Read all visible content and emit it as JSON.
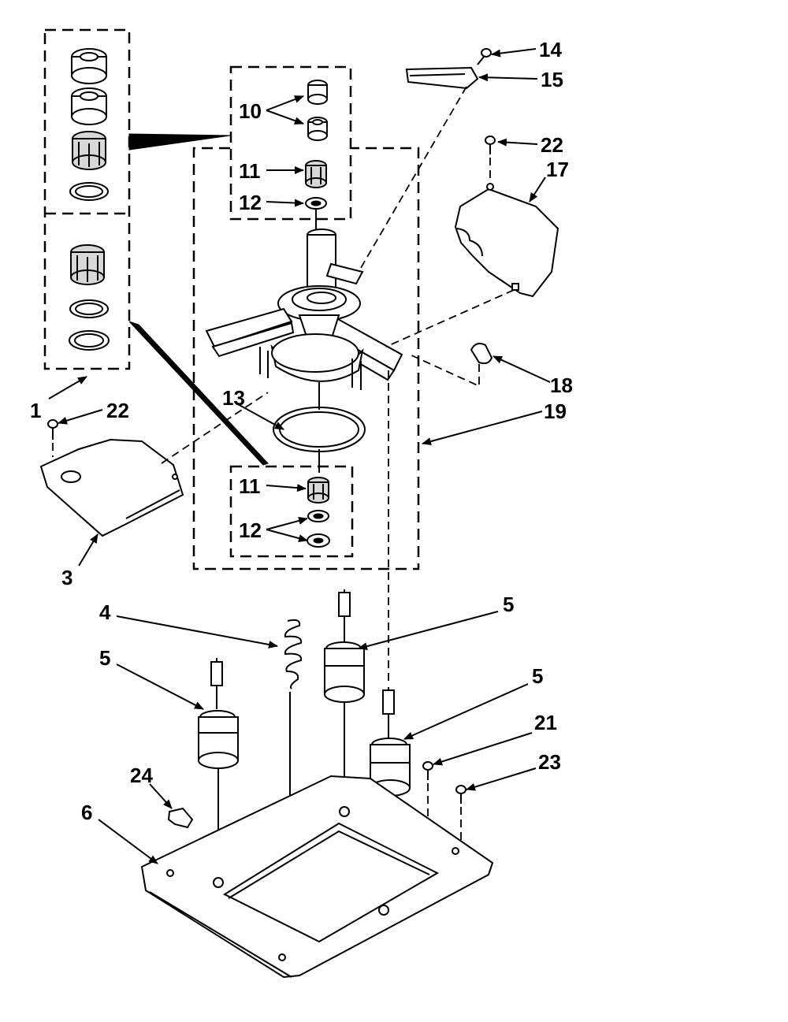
{
  "callouts": {
    "c1": "1",
    "c3": "3",
    "c4": "4",
    "c5a": "5",
    "c5b": "5",
    "c5c": "5",
    "c6": "6",
    "c10": "10",
    "c11a": "11",
    "c11b": "11",
    "c12a": "12",
    "c12b": "12",
    "c13": "13",
    "c14": "14",
    "c15": "15",
    "c17": "17",
    "c18": "18",
    "c19": "19",
    "c21": "21",
    "c22a": "22",
    "c22b": "22",
    "c23": "23",
    "c24": "24"
  }
}
